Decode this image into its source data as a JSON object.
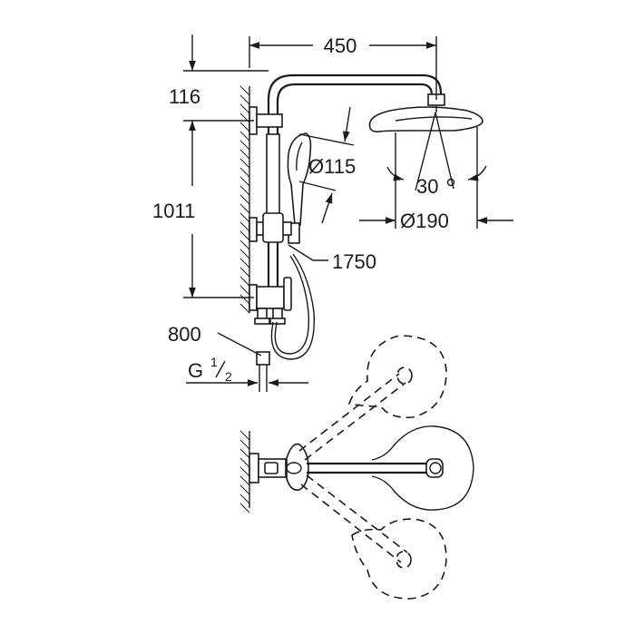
{
  "dimensions": {
    "width_450": "450",
    "height_116": "116",
    "height_1011": "1011",
    "hand_shower_dia": "Ø115",
    "angle_30": "30",
    "head_dia": "Ø190",
    "hose_1750": "1750",
    "hose_800": "800",
    "thread_main": "G",
    "thread_num": "1",
    "thread_den": "2"
  },
  "colors": {
    "line": "#1a1a1a",
    "background": "#ffffff"
  }
}
